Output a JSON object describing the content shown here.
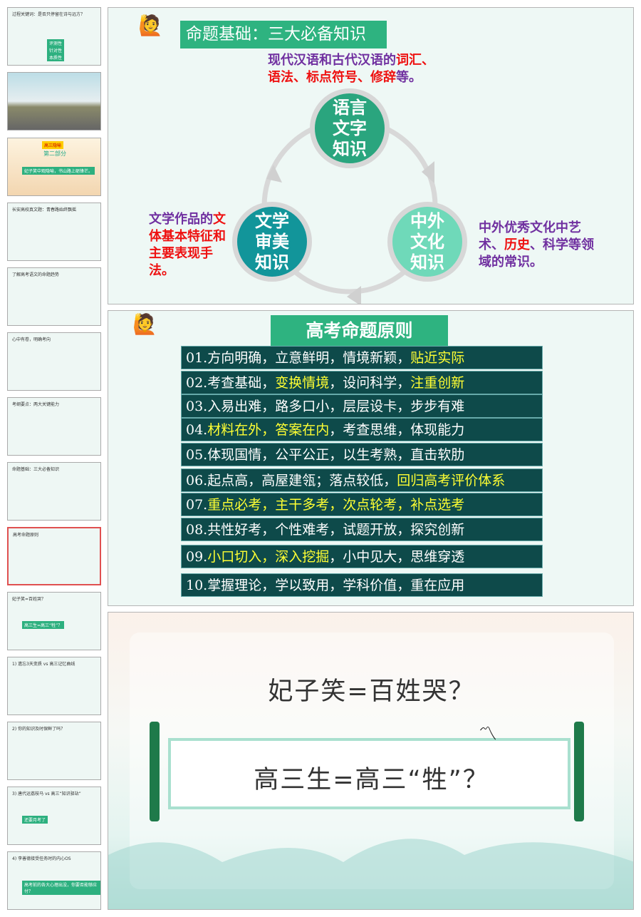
{
  "thumbnails": [
    {
      "title": "过程关键词：是否只停留在诗与远方？",
      "badges": [
        "评测性",
        "针对性",
        "本质性"
      ]
    },
    {
      "title": "road-landscape"
    },
    {
      "title": "第二部分",
      "subtitle": "妃子笑中观隐喻，书山路上砺锋芒。",
      "tag": "高三隐喻"
    },
    {
      "title": "长安高校真文题：青春路始终飘摇"
    },
    {
      "title": "了解高考语文的命题趋势"
    },
    {
      "title": "心中有卷，明确考向"
    },
    {
      "title": "考纲要点：两大关键能力"
    },
    {
      "title": "命题基础：三大必备知识"
    },
    {
      "title": "高考命题原则"
    },
    {
      "title": "妃子笑=百姓哭？",
      "subtitle": "高三生=高三“牲”？"
    },
    {
      "title": "1) 遗忘3天变质 vs 高三记忆曲线"
    },
    {
      "title": "2) 你的知识及时保鲜了吗？"
    },
    {
      "title": "3) 唐代运荔枝马 vs 高三“知识驿站”",
      "subtitle": "还要月考了"
    },
    {
      "title": "4) 李善德接受任务时的内心OS",
      "subtitle": "高考前的各大心理出没，你要否能够应付？"
    }
  ],
  "selected_thumbnail": 8,
  "slide_knowledge": {
    "title": "命题基础：三大必备知识",
    "top_note": {
      "plain": "现代汉语和古代汉语的",
      "red1": "词汇、",
      "red2": "语法、标点符号、修辞",
      "end": "等。"
    },
    "circles": {
      "top": "语言\n文字\n知识",
      "left": "文学\n审美\n知识",
      "right": "中外\n文化\n知识"
    },
    "left_note": {
      "plain": "文学作品的",
      "red": "文体基本特征和主要表现手法。"
    },
    "right_note": {
      "p1": "中外优秀文化中艺术、",
      "red": "历史",
      "p2": "、科学等领域的常识。"
    },
    "colors": {
      "top": "#2aa57e",
      "left": "#12959a",
      "right": "#6fd9b9"
    }
  },
  "slide_principles": {
    "title": "高考命题原则",
    "rows": [
      {
        "parts": [
          {
            "t": "01.方向明确，立意鲜明，情境新颖，"
          },
          {
            "t": "贴近实际",
            "hl": true
          }
        ]
      },
      {
        "parts": [
          {
            "t": "02.考查基础，"
          },
          {
            "t": "变换情境",
            "hl": true
          },
          {
            "t": "，设问科学，"
          },
          {
            "t": "注重创新",
            "hl": true
          }
        ]
      },
      {
        "parts": [
          {
            "t": "03.入易出难，路多口小，层层设卡，步步有难"
          }
        ]
      },
      {
        "parts": [
          {
            "t": "04."
          },
          {
            "t": "材料在外，答案在内",
            "hl": true
          },
          {
            "t": "，考查思维，体现能力"
          }
        ]
      },
      {
        "parts": [
          {
            "t": "05.体现国情，公平公正，以生考熟，直击软肋"
          }
        ]
      },
      {
        "parts": [
          {
            "t": "06.起点高，高屋建瓴；落点较低，"
          },
          {
            "t": "回归高考评价体系",
            "hl": true
          }
        ]
      },
      {
        "parts": [
          {
            "t": "07."
          },
          {
            "t": "重点必考，主干多考，次点轮考，补点选考",
            "hl": true
          }
        ]
      },
      {
        "parts": [
          {
            "t": "08.共性好考，个性难考，试题开放，探究创新"
          }
        ]
      },
      {
        "parts": [
          {
            "t": "09."
          },
          {
            "t": "小口切入，深入挖掘",
            "hl": true
          },
          {
            "t": "，小中见大，思维穿透"
          }
        ]
      },
      {
        "parts": [
          {
            "t": "10.掌握理论，学以致用，学科价值，重在应用"
          }
        ]
      }
    ]
  },
  "slide_metaphor": {
    "line1": "妃子笑=百姓哭？",
    "line2": "高三生=高三“牲”？"
  }
}
